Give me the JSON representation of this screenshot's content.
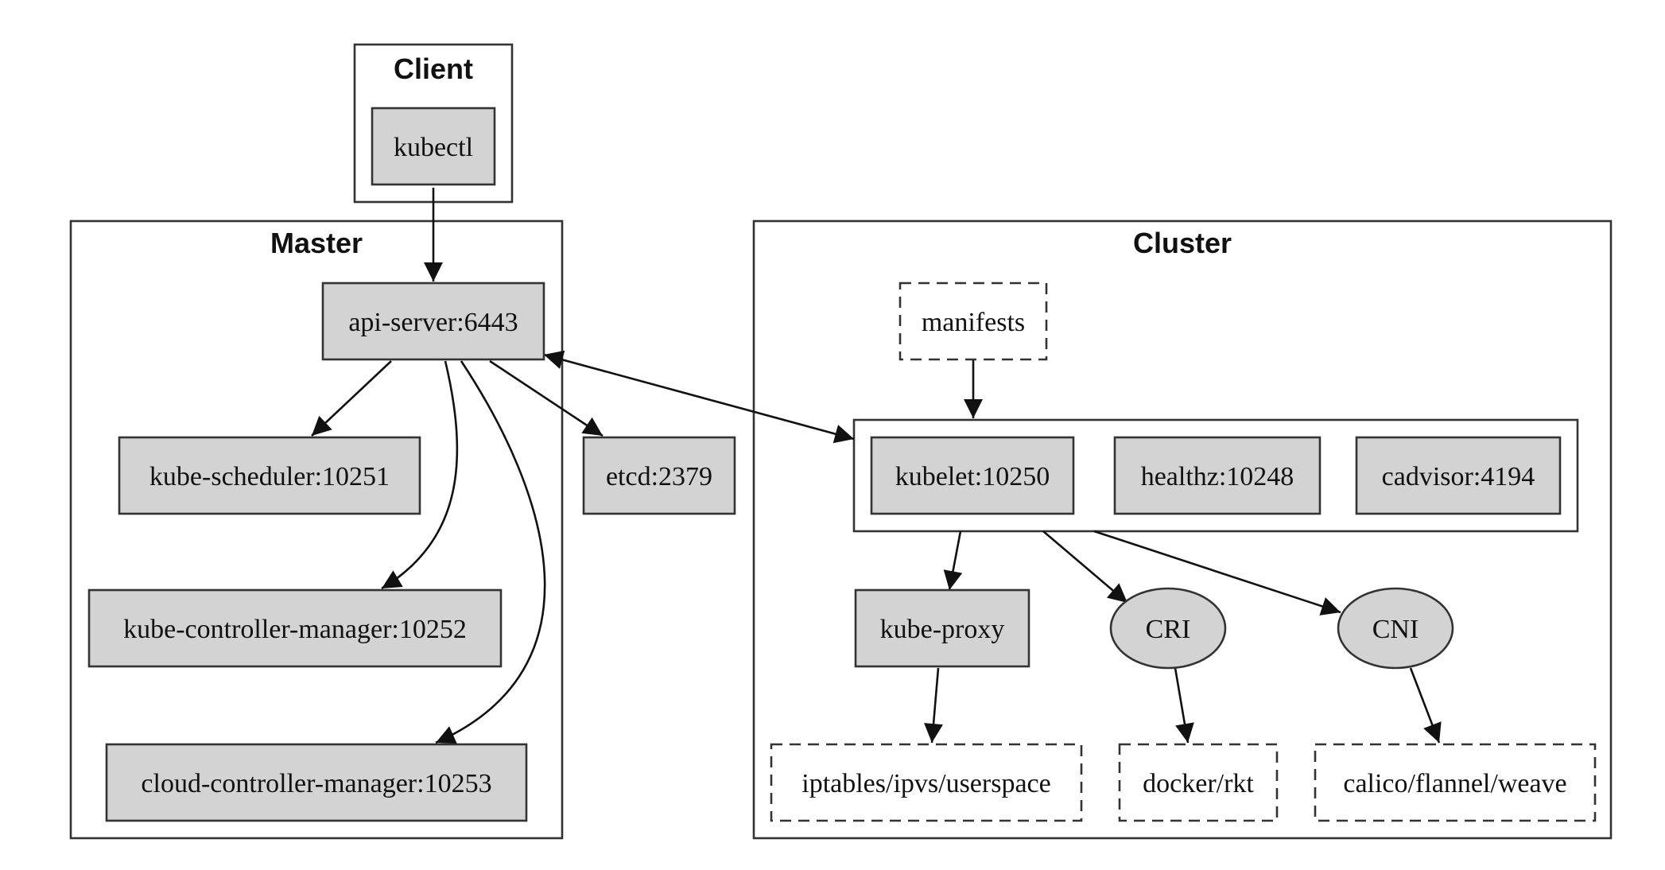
{
  "clusters": {
    "client": "Client",
    "master": "Master",
    "cluster": "Cluster"
  },
  "nodes": {
    "kubectl": "kubectl",
    "api_server": "api-server:6443",
    "kube_scheduler": "kube-scheduler:10251",
    "etcd": "etcd:2379",
    "kube_controller_manager": "kube-controller-manager:10252",
    "cloud_controller_manager": "cloud-controller-manager:10253",
    "manifests": "manifests",
    "kubelet": "kubelet:10250",
    "healthz": "healthz:10248",
    "cadvisor": "cadvisor:4194",
    "kube_proxy": "kube-proxy",
    "cri": "CRI",
    "cni": "CNI",
    "iptables": "iptables/ipvs/userspace",
    "docker": "docker/rkt",
    "calico": "calico/flannel/weave"
  },
  "colors": {
    "node_fill": "#d3d3d3",
    "stroke": "#333333",
    "background": "#ffffff"
  }
}
